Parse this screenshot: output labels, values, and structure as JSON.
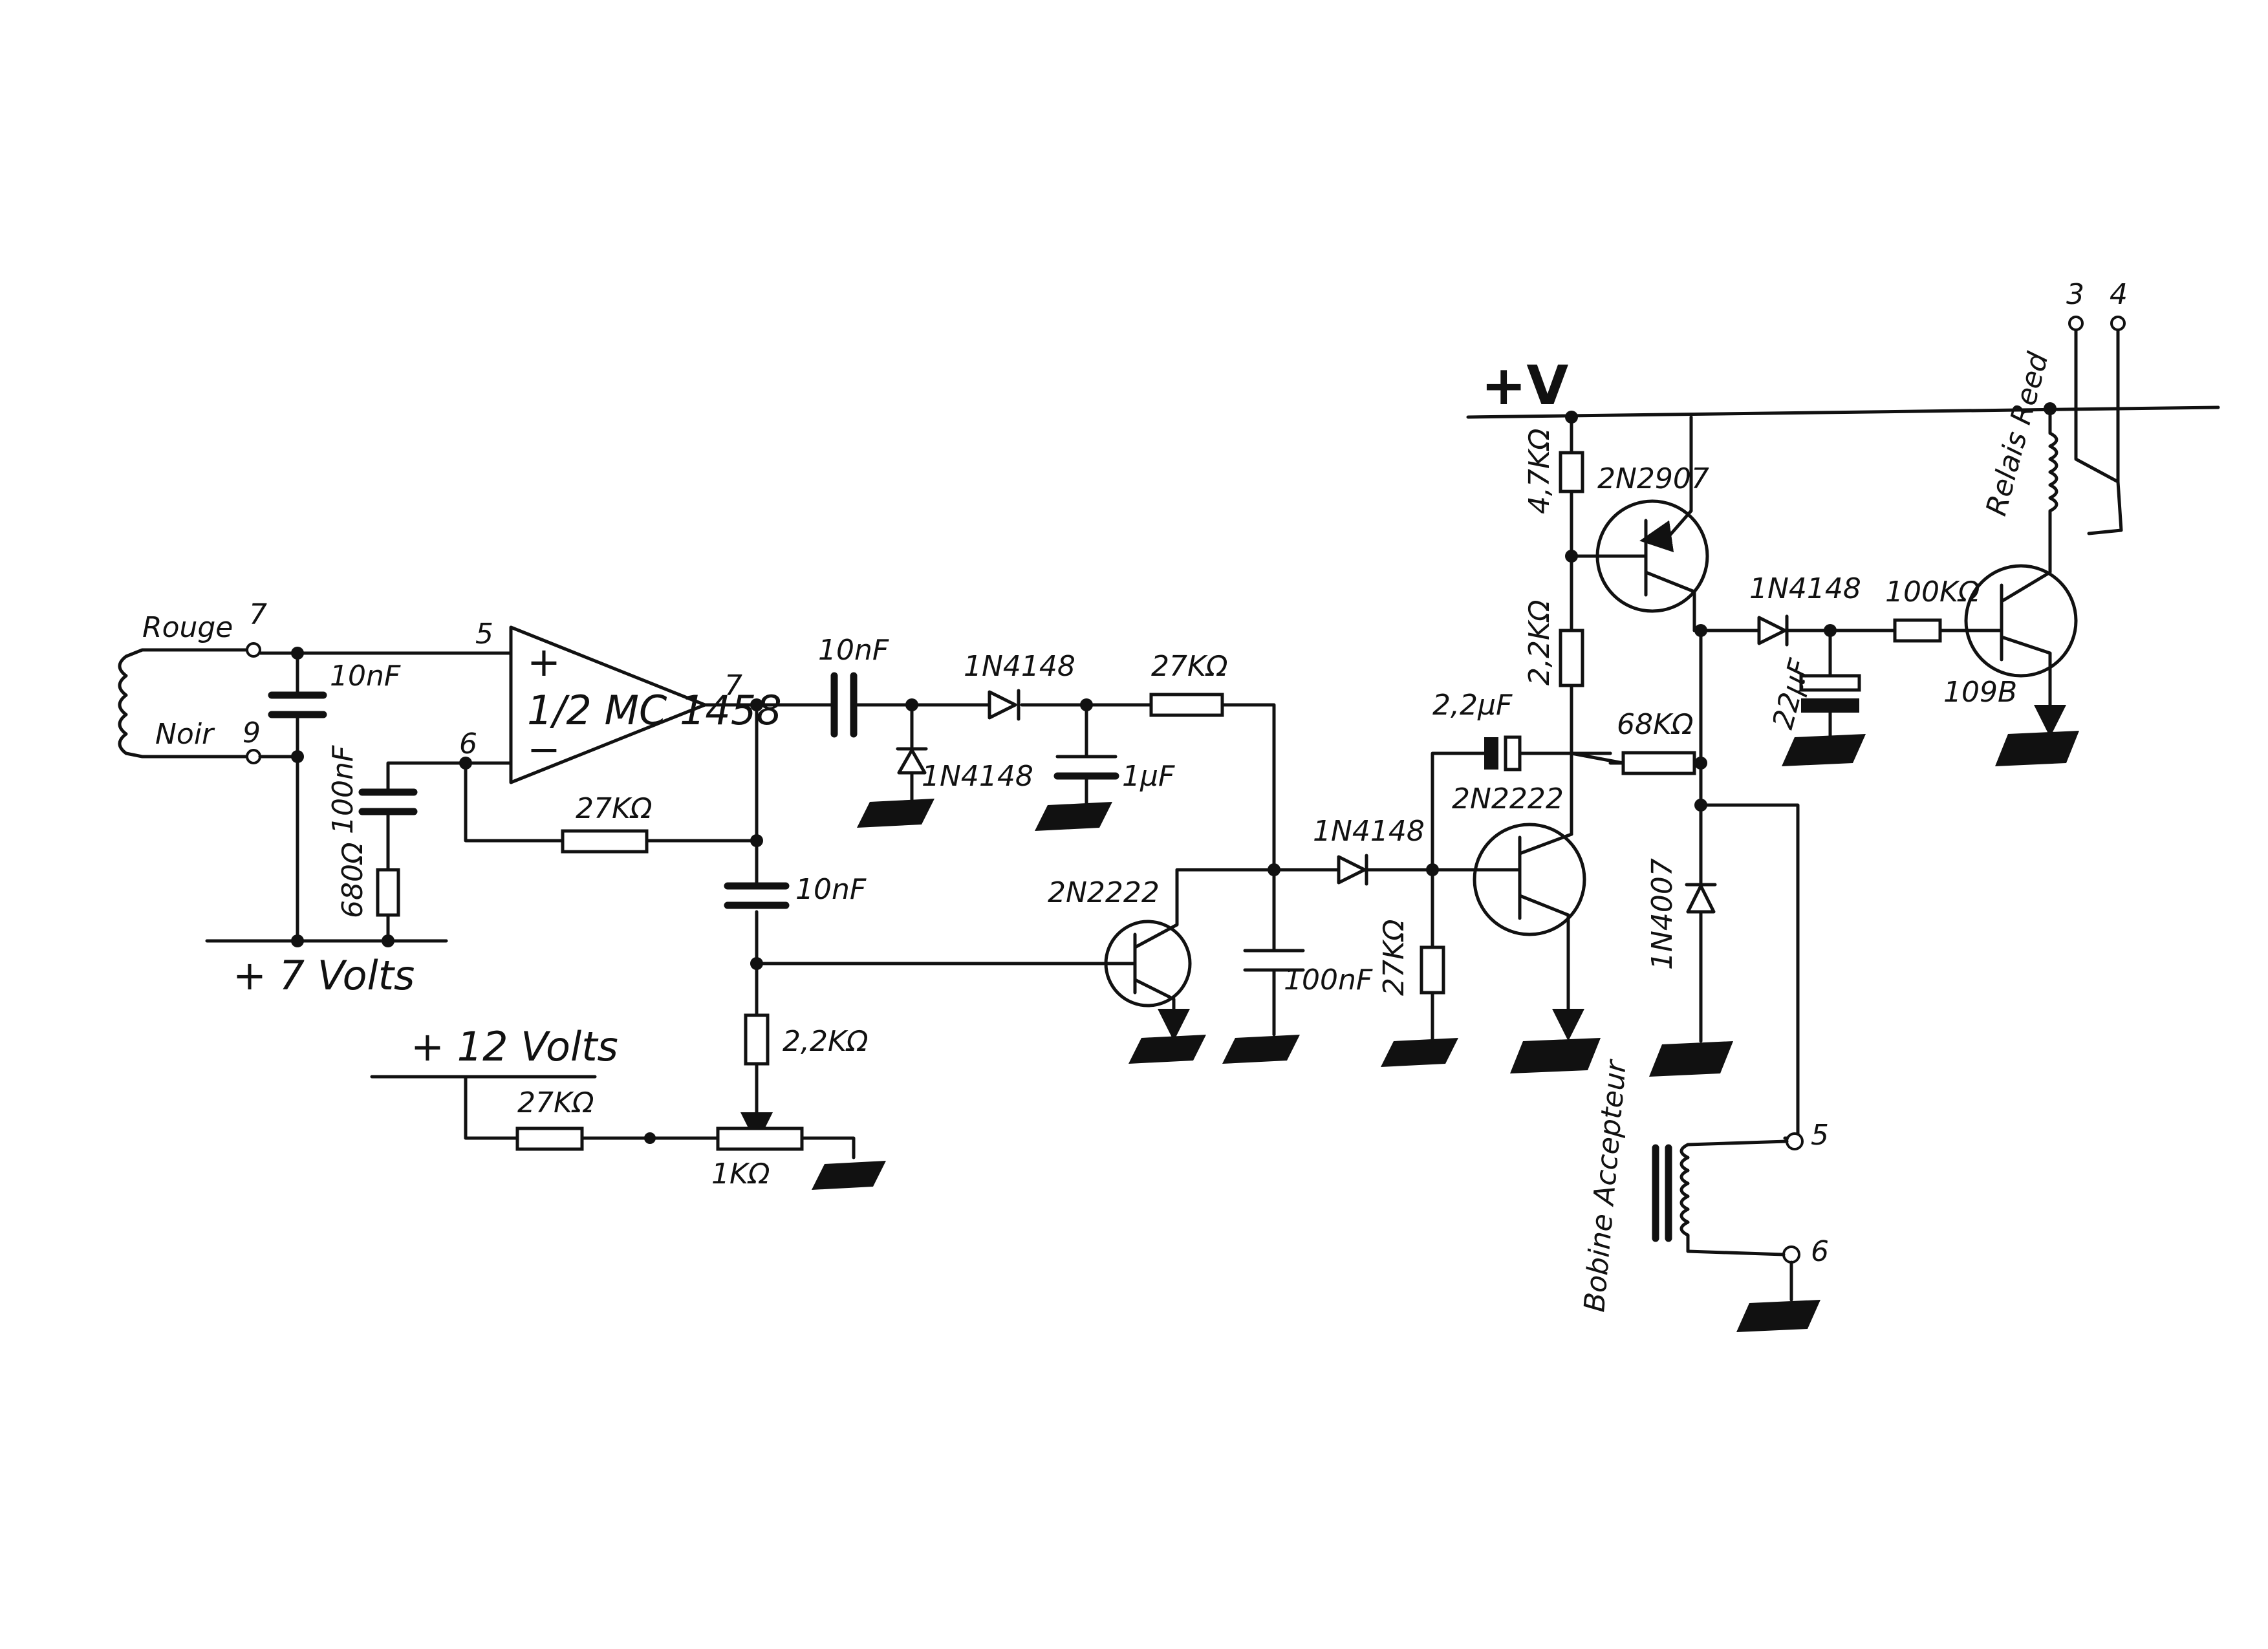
{
  "supply": {
    "vplus": "+V",
    "v12": "+ 12 Volts",
    "v7": "+ 7 Volts"
  },
  "pickup": {
    "rouge": "Rouge",
    "noir": "Noir",
    "pin7": "7",
    "pin9": "9"
  },
  "opamp": {
    "name": "1/2 MC 1458",
    "in_plus": "5",
    "in_minus": "6",
    "out": "7",
    "plus_sign": "+",
    "minus_sign": "−"
  },
  "components": {
    "c_in": "10nF",
    "c_fb": "100nF",
    "r_fb_shunt": "680Ω",
    "r_fb": "27KΩ",
    "c_out": "10nF",
    "d_clamp": "1N4148",
    "d_rect": "1N4148",
    "c_filter": "1µF",
    "r_series": "27KΩ",
    "c_couple": "10nF",
    "r_bias": "2,2KΩ",
    "r_12v": "27KΩ",
    "pot": "1KΩ",
    "q1": "2N2222",
    "c_100n": "100nF",
    "d_mid": "1N4148",
    "r_27k": "27KΩ",
    "q2": "2N2222",
    "c_2u2": "2,2µF",
    "r_68k": "68KΩ",
    "r_4k7": "4,7KΩ",
    "r_2k2": "2,2KΩ",
    "q3": "2N2907",
    "d_free": "1N4007",
    "d_relay": "1N4148",
    "c_22u": "22µF",
    "r_100k": "100KΩ",
    "q4": "109B",
    "relay": "Relais Reed"
  },
  "terminals": {
    "t3": "3",
    "t4": "4",
    "t5": "5",
    "t6": "6"
  },
  "coil": "Bobine Accepteur"
}
